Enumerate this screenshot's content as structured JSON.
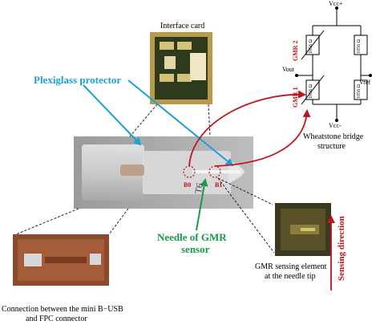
{
  "labels": {
    "interface_card": "Interface card",
    "plexiglass": "Plexiglass protector",
    "needle_line1": "Needle of GMR",
    "needle_line2": "sensor",
    "b0": "B0",
    "b1": "B1",
    "t6": "T6",
    "gmr_line1": "GMR sensing element",
    "gmr_line2": "at the needle tip",
    "conn_line1": "Connection between the mini B−USB",
    "conn_line2": "and FPC connector",
    "sensing_direction": "Sensing direction",
    "wheatstone_line1": "Wheatstone bridge",
    "wheatstone_line2": "structure"
  },
  "bridge": {
    "vcc_plus": "Vcc+",
    "vcc_minus": "Vcc-",
    "vout": "Vout",
    "vref": "Vref",
    "gmr1": "GMR 1",
    "gmr2": "GMR 2",
    "r_top_right": "1056 Ω",
    "r_bottom_right": "1056 Ω",
    "r_gmr1": "1056 Ω",
    "r_gmr2": "1056 Ω"
  },
  "colors": {
    "plexiglass": "#1aa0d8",
    "needle": "#1a9a4a",
    "arrow_red": "#c0141c",
    "gmr_label": "#c0141c",
    "sensing": "#c0141c"
  }
}
